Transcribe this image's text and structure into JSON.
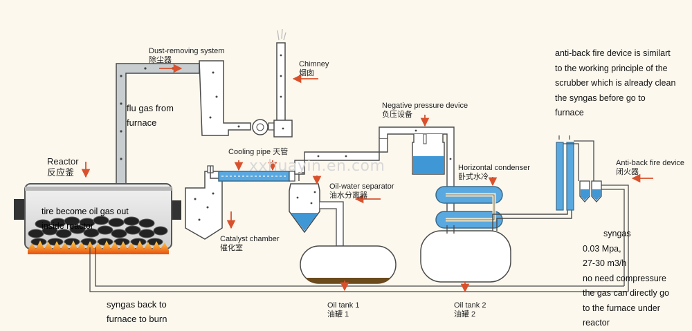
{
  "labels": {
    "dust_removing": "Dust-removing system",
    "dust_removing_cn": "除尘器",
    "chimney": "Chimney",
    "chimney_cn": "烟囱",
    "flu_gas": "flu gas from",
    "flu_gas_2": "furnace",
    "reactor": "Reactor",
    "reactor_cn": "反应釜",
    "reactor_inside_1": "tire become oil gas  out",
    "reactor_inside_2": "inside reactor",
    "cooling_pipe": "Cooling pipe 天管",
    "negative_pressure": "Negative pressure device",
    "negative_pressure_cn": "负压设备",
    "horizontal_condenser": "Horizontal condenser",
    "horizontal_condenser_cn": "卧式水冷",
    "oil_water_separator": "Oil-water separator",
    "oil_water_separator_cn": "油水分离器",
    "catalyst_chamber": "Catalyst chamber",
    "catalyst_chamber_cn": "催化室",
    "anti_back_fire": "Anti-back fire device",
    "anti_back_fire_cn": "闭火器",
    "oil_tank_1": "Oil tank 1",
    "oil_tank_1_cn": "油罐 1",
    "oil_tank_2": "Oil tank 2",
    "oil_tank_2_cn": "油罐 2",
    "syngas_back_1": "syngas back to",
    "syngas_back_2": "furnace to burn"
  },
  "note_top": [
    "anti-back fire device is similart",
    "to the working principle of the",
    "scrubber which is already clean",
    "the syngas before go to",
    "furnace"
  ],
  "note_syngas": [
    "syngas",
    "0.03 Mpa,",
    "27-30 m3/h",
    "no need compressure",
    "the gas can directly go",
    "to the furnace under",
    "reactor"
  ],
  "watermark": "xxhuayin.en.com",
  "colors": {
    "pipe_fill": "#c8cdd0",
    "pipe_outline": "#4a4a4a",
    "arrow": "#d9512c",
    "water": "#3f97d6",
    "oil": "#6b4a1c",
    "fire": "#f07a1a",
    "background": "#fcf8ee"
  }
}
